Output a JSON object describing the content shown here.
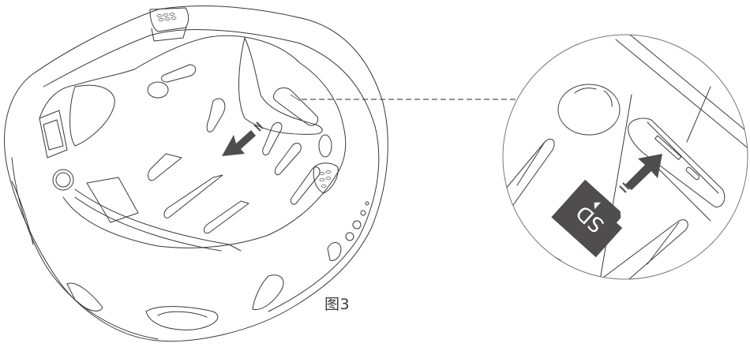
{
  "figure": {
    "caption": "图3",
    "subject": "helmet-underside-sd-card-insertion"
  },
  "inset": {
    "card_label": "SD",
    "card_color": "#4f4d4d",
    "arrow_color": "#4f4d4d",
    "line_color": "#3a3a3a"
  },
  "main_view": {
    "arrow_color": "#4f4d4d"
  }
}
